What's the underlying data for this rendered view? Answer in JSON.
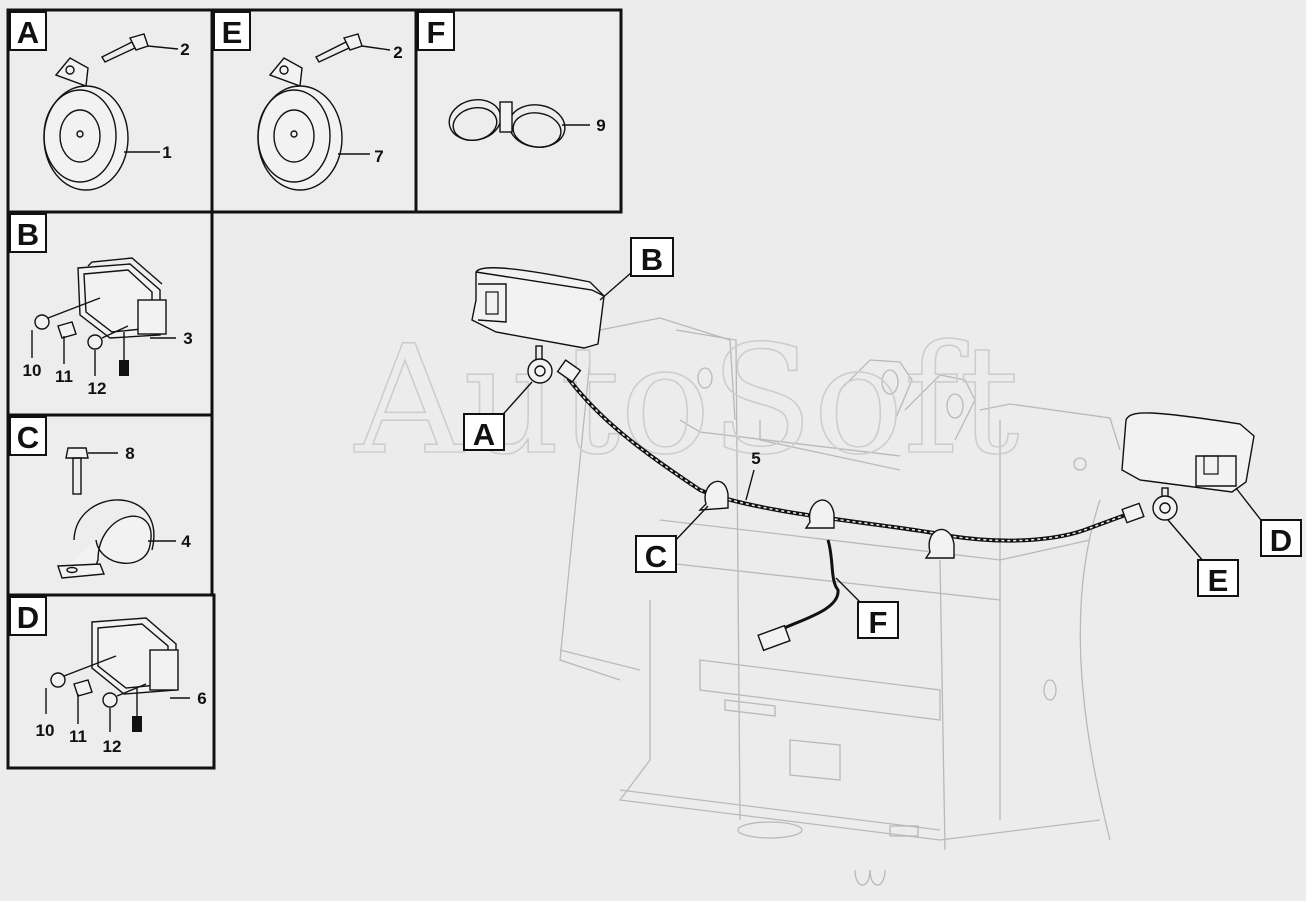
{
  "watermark": "AutoSoft",
  "colors": {
    "background": "#ececec",
    "panel_fill": "#ededed",
    "ink": "#111111",
    "frame_faint": "#b9b9b9",
    "watermark": "#cfcfcf"
  },
  "panels": [
    {
      "id": "A",
      "letter": "A",
      "callouts": [
        "2",
        "1"
      ]
    },
    {
      "id": "E",
      "letter": "E",
      "callouts": [
        "2",
        "7"
      ]
    },
    {
      "id": "F",
      "letter": "F",
      "callouts": [
        "9"
      ]
    },
    {
      "id": "B",
      "letter": "B",
      "callouts": [
        "3",
        "10",
        "11",
        "12"
      ]
    },
    {
      "id": "C",
      "letter": "C",
      "callouts": [
        "8",
        "4"
      ]
    },
    {
      "id": "D",
      "letter": "D",
      "callouts": [
        "6",
        "10",
        "11",
        "12"
      ]
    }
  ],
  "main_labels": {
    "A": "A",
    "B": "B",
    "C": "C",
    "D": "D",
    "E": "E",
    "F": "F"
  },
  "harness_callout": "5"
}
